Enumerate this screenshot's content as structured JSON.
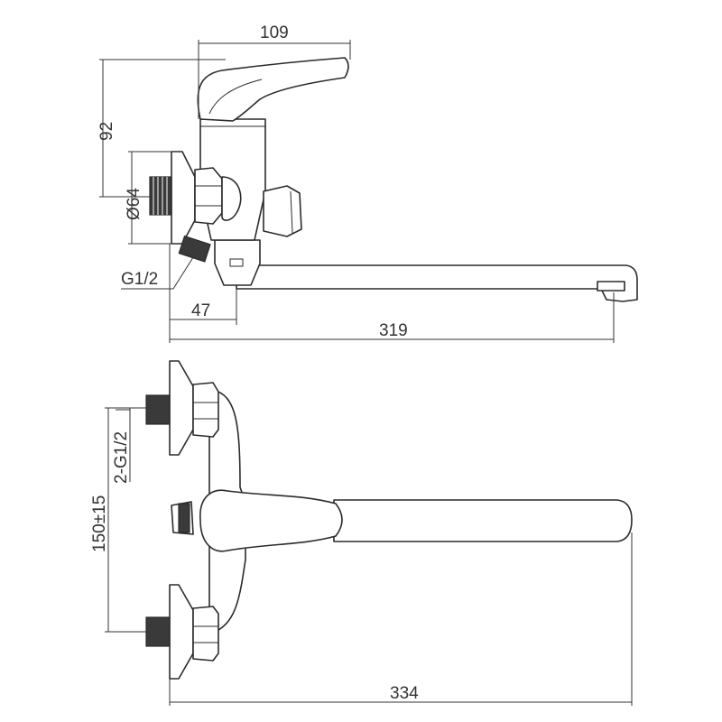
{
  "dimensions": {
    "top_width": "109",
    "height": "92",
    "flange_diameter": "Ø64",
    "thread_side": "G1/2",
    "offset": "47",
    "length_side": "319",
    "thread_plan": "2-G1/2",
    "center_distance": "150±15",
    "length_plan": "334"
  }
}
